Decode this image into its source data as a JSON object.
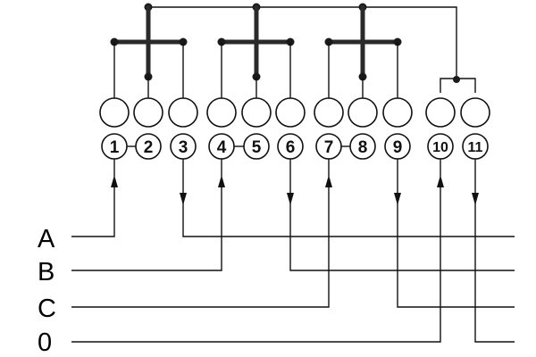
{
  "diagram": {
    "terminals": [
      "1",
      "2",
      "3",
      "4",
      "5",
      "6",
      "7",
      "8",
      "9",
      "10",
      "11"
    ],
    "phases": [
      "A",
      "B",
      "C",
      "0"
    ]
  }
}
